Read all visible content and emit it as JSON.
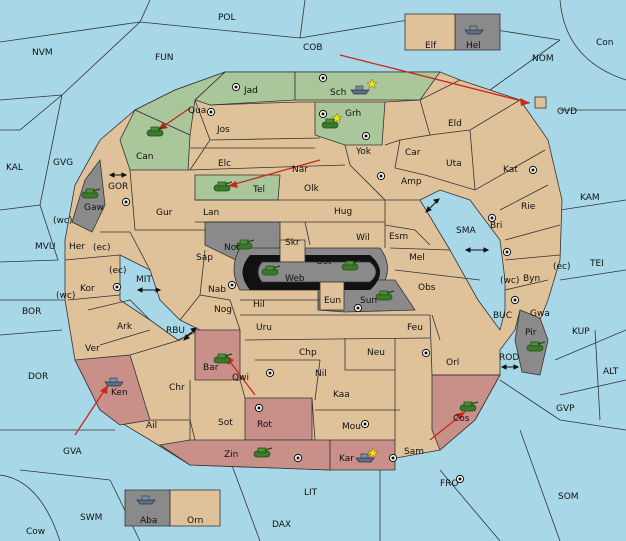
{
  "sea_labels": {
    "POL": "POL",
    "NVM": "NVM",
    "FUN": "FUN",
    "COB": "COB",
    "NOM": "NOM",
    "Con": "Con",
    "OVD": "OVD",
    "KAL": "KAL",
    "GVG": "GVG",
    "GOR": "GOR",
    "KAM": "KAM",
    "SMA": "SMA",
    "TEI": "TEI",
    "MIT": "MIT",
    "MVU": "MVU",
    "BOR": "BOR",
    "RBU": "RBU",
    "BUC": "BUC",
    "KUP": "KUP",
    "ROD": "ROD",
    "ALT": "ALT",
    "DOR": "DOR",
    "GVP": "GVP",
    "GVA": "GVA",
    "FRO": "FRO",
    "SOM": "SOM",
    "LIT": "LIT",
    "SWM": "SWM",
    "DAX": "DAX",
    "Cow": "Cow"
  },
  "land_labels": {
    "Elf": "Elf",
    "Hel": "Hel",
    "Jad": "Jad",
    "Sch": "Sch",
    "Qua": "Qua",
    "Grh": "Grh",
    "Jos": "Jos",
    "Eld": "Eld",
    "Can": "Can",
    "Yok": "Yok",
    "Car": "Car",
    "Uta": "Uta",
    "Elc": "Elc",
    "Nar": "Nar",
    "Kat": "Kat",
    "Amp": "Amp",
    "Tel": "Tel",
    "Olk": "Olk",
    "Gaw": "Gaw",
    "Gur": "Gur",
    "Lan": "Lan",
    "Hug": "Hug",
    "Rie": "Rie",
    "Bri": "Bri",
    "Wil": "Wil",
    "Esm": "Esm",
    "Nor": "Nor",
    "Skr": "Skr",
    "Ost": "Ost",
    "Mel": "Mel",
    "Her": "Her",
    "Sap": "Sap",
    "Web": "Web",
    "Byn": "Byn",
    "Kor": "Kor",
    "Nab": "Nab",
    "Eun": "Eun",
    "Sun": "Sun",
    "Obs": "Obs",
    "Gwa": "Gwa",
    "Hil": "Hil",
    "Nog": "Nog",
    "Pir": "Pir",
    "Ark": "Ark",
    "Uru": "Uru",
    "Feu": "Feu",
    "Ver": "Ver",
    "Bar": "Bar",
    "Chp": "Chp",
    "Neu": "Neu",
    "Orl": "Orl",
    "Qwi": "Qwi",
    "Nil": "Nil",
    "Ken": "Ken",
    "Chr": "Chr",
    "Kaa": "Kaa",
    "Ail": "Ail",
    "Sot": "Sot",
    "Rot": "Rot",
    "Mou": "Mou",
    "Cos": "Cos",
    "Zin": "Zin",
    "Kar": "Kar",
    "Sam": "Sam",
    "Aba": "Aba",
    "Orn": "Orn"
  },
  "coast_tags": {
    "wc1": "(wc)",
    "ec1": "(ec)",
    "ec2": "(ec)",
    "wc2": "(wc)",
    "wc3": "(wc)",
    "ec3": "(ec)"
  },
  "colors": {
    "sea": "#a8d8e8",
    "land": "#e0c29a",
    "green": "#a9c79a",
    "rose": "#c99089",
    "gray": "#8a8a8a",
    "order": "#c8281e"
  }
}
